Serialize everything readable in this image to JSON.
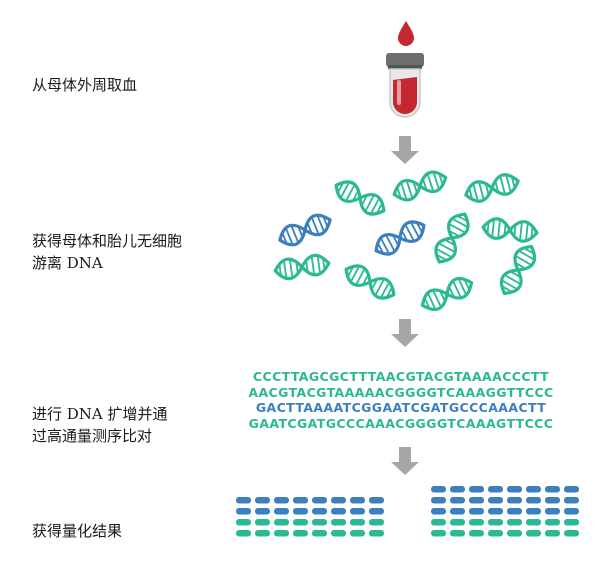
{
  "steps": [
    {
      "label_lines": [
        "从母体外周取血"
      ]
    },
    {
      "label_lines": [
        "获得母体和胎儿无细胞",
        "游离 DNA"
      ]
    },
    {
      "label_lines": [
        "进行 DNA 扩增并通",
        "过高通量测序比对"
      ]
    },
    {
      "label_lines": [
        "获得量化结果"
      ]
    }
  ],
  "sequences": [
    "CCCTTAGCGCTTTAACGTACGTAAAACCCTT",
    "AACGTACGTAAAAACGGGGTCAAAGGTTCCC",
    "GACTTAAAATCGGAATCGATGCCCAAACTT",
    "GAATCGATGCCCAAACGGGGTCAAAGTTCCC"
  ],
  "colors": {
    "green": "#2bb993",
    "blue": "#3c7fbf",
    "blood": "#c62832",
    "arrow": "#a6a6a6",
    "tube_glass": "#e8e8e8",
    "cap": "#6e6e6e"
  },
  "icons": {
    "blood_drop": "blood-drop-icon",
    "test_tube": "blood-test-tube-icon",
    "arrow": "down-arrow-icon",
    "dna": "dna-helix-icon"
  }
}
